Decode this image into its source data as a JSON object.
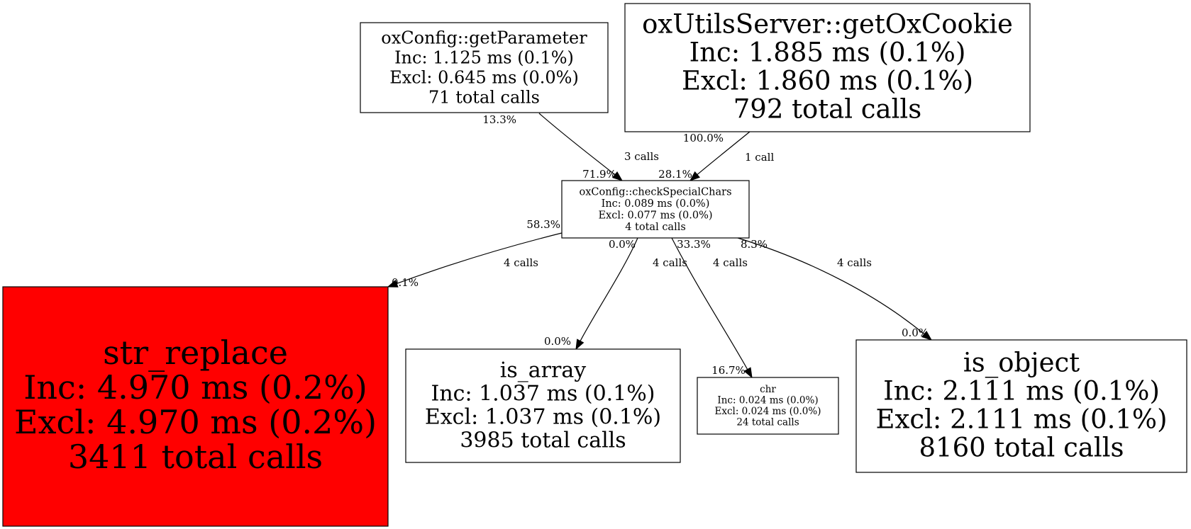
{
  "graph": {
    "type": "call-graph",
    "highlight_color": "#ff0000",
    "nodes": [
      {
        "id": "getParameter",
        "name": "oxConfig::getParameter",
        "inc": "Inc: 1.125 ms (0.1%)",
        "excl": "Excl: 0.645 ms (0.0%)",
        "calls": "71 total calls",
        "fill": "#ffffff"
      },
      {
        "id": "getOxCookie",
        "name": "oxUtilsServer::getOxCookie",
        "inc": "Inc: 1.885 ms (0.1%)",
        "excl": "Excl: 1.860 ms (0.1%)",
        "calls": "792 total calls",
        "fill": "#ffffff"
      },
      {
        "id": "checkSpecialChars",
        "name": "oxConfig::checkSpecialChars",
        "inc": "Inc: 0.089 ms (0.0%)",
        "excl": "Excl: 0.077 ms (0.0%)",
        "calls": "4 total calls",
        "fill": "#ffffff"
      },
      {
        "id": "str_replace",
        "name": "str_replace",
        "inc": "Inc: 4.970 ms (0.2%)",
        "excl": "Excl: 4.970 ms (0.2%)",
        "calls": "3411 total calls",
        "fill": "#ff0000"
      },
      {
        "id": "is_array",
        "name": "is_array",
        "inc": "Inc: 1.037 ms (0.1%)",
        "excl": "Excl: 1.037 ms (0.1%)",
        "calls": "3985 total calls",
        "fill": "#ffffff"
      },
      {
        "id": "chr",
        "name": "chr",
        "inc": "Inc: 0.024 ms (0.0%)",
        "excl": "Excl: 0.024 ms (0.0%)",
        "calls": "24 total calls",
        "fill": "#ffffff"
      },
      {
        "id": "is_object",
        "name": "is_object",
        "inc": "Inc: 2.111 ms (0.1%)",
        "excl": "Excl: 2.111 ms (0.1%)",
        "calls": "8160 total calls",
        "fill": "#ffffff"
      }
    ],
    "edges": [
      {
        "from": "getParameter",
        "to": "checkSpecialChars",
        "tail_label": "13.3%",
        "label": "3 calls",
        "head_label": "71.9%"
      },
      {
        "from": "getOxCookie",
        "to": "checkSpecialChars",
        "tail_label": "100.0%",
        "label": "1 call",
        "head_label": "28.1%"
      },
      {
        "from": "checkSpecialChars",
        "to": "str_replace",
        "tail_label": "58.3%",
        "label": "4 calls",
        "head_label": "0.1%"
      },
      {
        "from": "checkSpecialChars",
        "to": "is_array",
        "tail_label": "0.0%",
        "label": "4 calls",
        "head_label": "0.0%"
      },
      {
        "from": "checkSpecialChars",
        "to": "chr",
        "tail_label": "33.3%",
        "label": "4 calls",
        "head_label": "16.7%"
      },
      {
        "from": "checkSpecialChars",
        "to": "is_object",
        "tail_label": "8.3%",
        "label": "4 calls",
        "head_label": "0.0%"
      }
    ]
  }
}
